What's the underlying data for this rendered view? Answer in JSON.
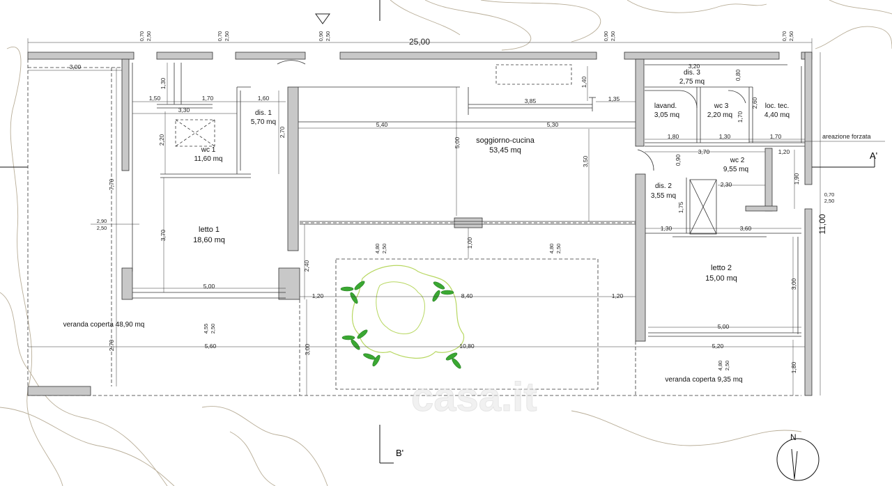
{
  "plan": {
    "overall_width": "25,00",
    "overall_depth": "11,00",
    "rooms": {
      "soggiorno_name": "soggiorno-cucina",
      "soggiorno_area": "53,45 mq",
      "letto1_name": "letto 1",
      "letto1_area": "18,60 mq",
      "letto2_name": "letto 2",
      "letto2_area": "15,00 mq",
      "wc1_name": "wc 1",
      "wc1_area": "11,60 mq",
      "dis1_name": "dis. 1",
      "dis1_area": "5,70 mq",
      "dis2_name": "dis. 2",
      "dis2_area": "3,55 mq",
      "dis3_name": "dis. 3",
      "dis3_area": "2,75 mq",
      "lavand_name": "lavand.",
      "lavand_area": "3,05 mq",
      "wc3_name": "wc 3",
      "wc3_area": "2,20 mq",
      "loctec_name": "loc. tec.",
      "loctec_area": "4,40 mq",
      "wc2_name": "wc 2",
      "wc2_area": "9,55 mq",
      "veranda_west": "veranda coperta 48,90 mq",
      "veranda_east": "veranda coperta 9,35 mq"
    },
    "annotations": {
      "areazione": "areazione forzata",
      "section_a": "A'",
      "section_b": "B'",
      "north": "N"
    },
    "dimensions": {
      "d_3_00_top": "3,00",
      "d_1_30": "1,30",
      "d_1_50": "1,50",
      "d_1_70a": "1,70",
      "d_1_60": "1,60",
      "d_3_30": "3,30",
      "d_2_20": "2,20",
      "d_2_70a": "2,70",
      "d_5_40": "5,40",
      "d_5_30": "5,30",
      "d_3_85": "3,85",
      "d_1_40": "1,40",
      "d_1_35": "1,35",
      "d_5_00v": "5,00",
      "d_3_50": "3,50",
      "d_3_20": "3,20",
      "d_0_80": "0,80",
      "d_2_60": "2,60",
      "d_1_70v": "1,70",
      "d_1_80a": "1,80",
      "d_1_30b": "1,30",
      "d_1_70b": "1,70",
      "d_3_70h": "3,70",
      "d_1_20a": "1,20",
      "d_0_90": "0,90",
      "d_2_30": "2,30",
      "d_1_90": "1,90",
      "d_1_75": "1,75",
      "d_1_30c": "1,30",
      "d_3_60": "3,60",
      "d_7_70": "7,70",
      "d_3_70v": "3,70",
      "d_5_00a": "5,00",
      "d_1_00": "1,00",
      "d_2_40": "2,40",
      "d_1_20b": "1,20",
      "d_8_40": "8,40",
      "d_1_20c": "1,20",
      "d_3_00v": "3,00",
      "d_5_00b": "5,00",
      "d_2_70b": "2,70",
      "d_5_60": "5,60",
      "d_10_80": "10,80",
      "d_5_20": "5,20",
      "d_3_00c": "3,00",
      "d_1_80b": "1,80",
      "w_070_250": [
        "0,70",
        "2,50"
      ],
      "w_090_250": [
        "0,90",
        "2,50"
      ],
      "w_290_250": [
        "2,90",
        "2,50"
      ],
      "w_480_250": [
        "4,80",
        "2,50"
      ],
      "w_455_250": [
        "4,55",
        "2,50"
      ]
    },
    "watermark": "casa.it"
  }
}
